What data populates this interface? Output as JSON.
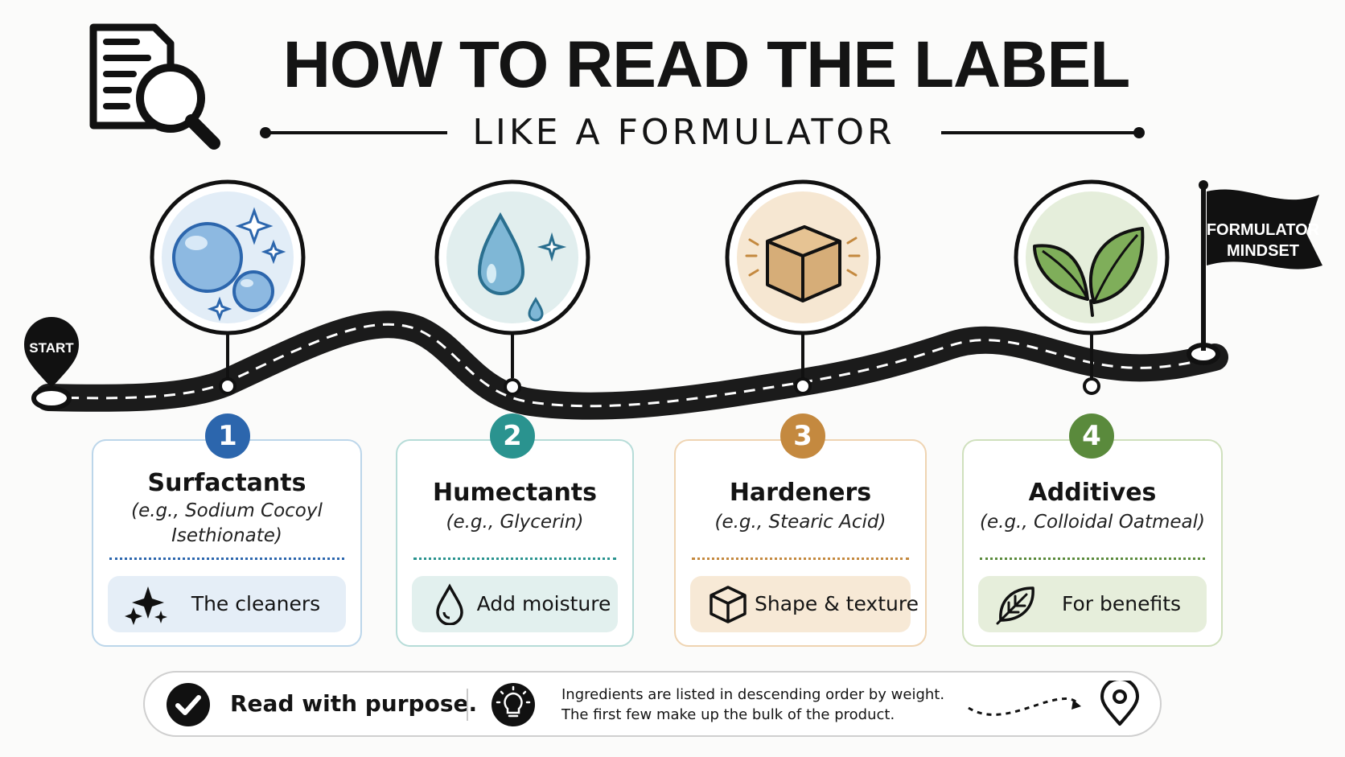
{
  "header": {
    "title": "HOW TO READ THE LABEL",
    "subtitle": "LIKE A FORMULATOR",
    "icon": "document-magnifier-icon"
  },
  "roadmap": {
    "start_label": "START",
    "flag_label_line1": "FORMULATOR",
    "flag_label_line2": "MINDSET"
  },
  "steps": [
    {
      "number": "1",
      "title": "Surfactants",
      "example_line1": "(e.g., Sodium Cocoyl",
      "example_line2": "Isethionate)",
      "label": "The cleaners",
      "icon": "bubbles-icon",
      "pill_icon": "sparkles-icon",
      "color": "#2c66ad",
      "border": "#bcd6ea",
      "pill_bg": "#e5eef7"
    },
    {
      "number": "2",
      "title": "Humectants",
      "example_line1": "(e.g., Glycerin)",
      "example_line2": "",
      "label": "Add moisture",
      "icon": "water-drop-icon",
      "pill_icon": "drop-outline-icon",
      "color": "#2a938f",
      "border": "#b6dcd8",
      "pill_bg": "#e2f0ee"
    },
    {
      "number": "3",
      "title": "Hardeners",
      "example_line1": "(e.g., Stearic Acid)",
      "example_line2": "",
      "label": "Shape & texture",
      "icon": "cube-icon",
      "pill_icon": "cube-outline-icon",
      "color": "#c4893f",
      "border": "#efd4b2",
      "pill_bg": "#f7e9d6"
    },
    {
      "number": "4",
      "title": "Additives",
      "example_line1": "(e.g., Colloidal Oatmeal)",
      "example_line2": "",
      "label": "For benefits",
      "icon": "leaves-icon",
      "pill_icon": "leaf-outline-icon",
      "color": "#5a8a3c",
      "border": "#cfe0bd",
      "pill_bg": "#e6eedb"
    }
  ],
  "footer": {
    "main": "Read with purpose.",
    "note_line1": "Ingredients are listed in descending order by weight.",
    "note_line2": "The first few make up the bulk of the product."
  }
}
